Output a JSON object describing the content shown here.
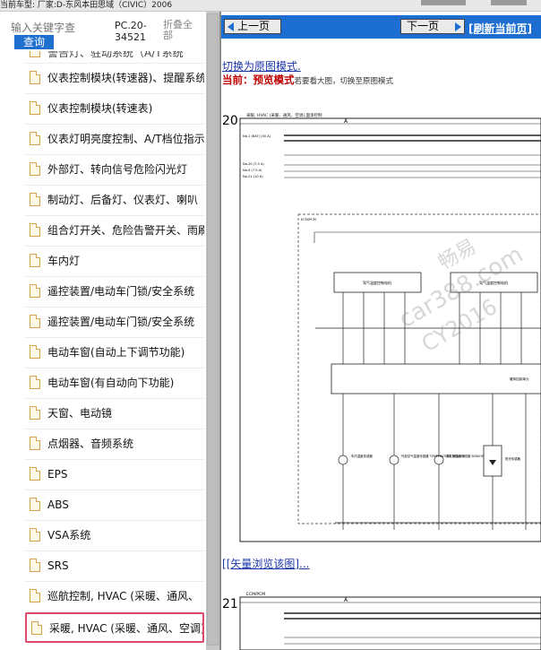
{
  "topbar": {
    "title": "当前车型:  厂家:D-东风本田思域（CIVIC）2006"
  },
  "search": {
    "placeholder": "输入关键字查",
    "button_label": "查询",
    "code": "PC.20-34521",
    "collapse_all": "折叠全部"
  },
  "tree": {
    "items": [
      {
        "label": "警告灯、驻动系统（A/T系统",
        "partial": true
      },
      {
        "label": "仪表控制模块(转速器)、提醒系统"
      },
      {
        "label": "仪表控制模块(转速表)"
      },
      {
        "label": "仪表灯明亮度控制、A/T档位指示"
      },
      {
        "label": "外部灯、转向信号危险闪光灯"
      },
      {
        "label": "制动灯、后备灯、仪表灯、喇叭"
      },
      {
        "label": "组合灯开关、危险告警开关、雨刷"
      },
      {
        "label": "车内灯"
      },
      {
        "label": "遥控装置/电动车门锁/安全系统"
      },
      {
        "label": "遥控装置/电动车门锁/安全系统"
      },
      {
        "label": "电动车窗(自动上下调节功能)"
      },
      {
        "label": "电动车窗(有自动向下功能)"
      },
      {
        "label": "天窗、电动镜"
      },
      {
        "label": "点烟器、音频系统"
      },
      {
        "label": "EPS"
      },
      {
        "label": "ABS"
      },
      {
        "label": "VSA系统"
      },
      {
        "label": "SRS"
      },
      {
        "label": "巡航控制, HVAC (采暖、通风、"
      },
      {
        "label": "采暖, HVAC (采暖、通风、空调)",
        "selected": true
      }
    ]
  },
  "nav": {
    "prev": "上一页",
    "next": "下一页",
    "refresh": "[刷新当前页]"
  },
  "content": {
    "switch_link": "切换为原图模式.",
    "mode_label": "当前：",
    "mode_value": "预览模式",
    "mode_desc": "若要看大图，切换至原图模式",
    "vector_link_prefix": "[",
    "vector_link": "[矢量浏览该图]...",
    "diagram1": {
      "page_number": "20",
      "header": "采暖, HVAC (采暖、通风、空调),面漆控制",
      "section": "A",
      "ecm_label": "ECM/PCM",
      "module_left": "驾气温度控制电机",
      "module_right": "驾气温度控制电机",
      "unit_label": "暖风控制单元",
      "sensor_labels": [
        "车内温度传感器",
        "外部空气温度传感器 TEMPERATURE SENSOR",
        "蒸发器温度传感器 SENSOR",
        "阳光传感器"
      ],
      "wire_labels": [
        "No.1 (BAT) (50 A)",
        "No.20 (7.5 A)",
        "No.4 (7.5 A)",
        "No.21 (10 A)"
      ],
      "watermark_1": "畅易",
      "watermark_2": "car388.com",
      "watermark_3": "CY2016"
    },
    "diagram2": {
      "page_number": "21",
      "header": "ECM/PCM",
      "section": "A"
    }
  }
}
